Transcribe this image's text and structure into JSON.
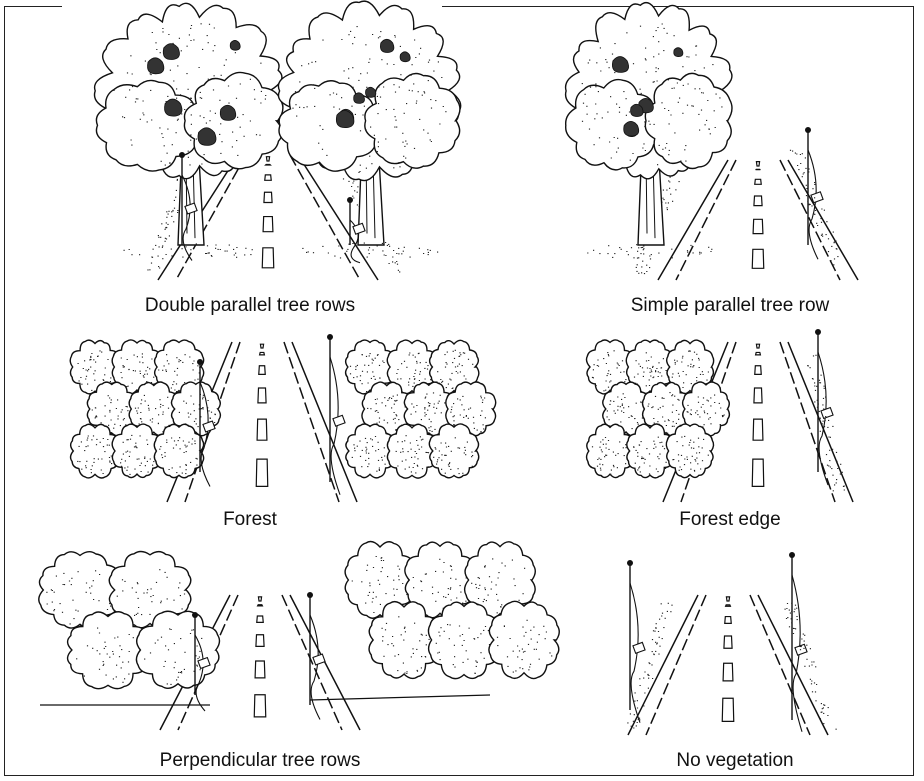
{
  "figure": {
    "panels": [
      {
        "id": "double-parallel",
        "caption": "Double parallel tree rows",
        "scene": "double"
      },
      {
        "id": "simple-parallel",
        "caption": "Simple parallel tree row",
        "scene": "simple"
      },
      {
        "id": "forest",
        "caption": "Forest",
        "scene": "forest"
      },
      {
        "id": "forest-edge",
        "caption": "Forest edge",
        "scene": "edge"
      },
      {
        "id": "perpendicular",
        "caption": "Perpendicular tree rows",
        "scene": "perp"
      },
      {
        "id": "no-vegetation",
        "caption": "No vegetation",
        "scene": "none"
      }
    ]
  }
}
